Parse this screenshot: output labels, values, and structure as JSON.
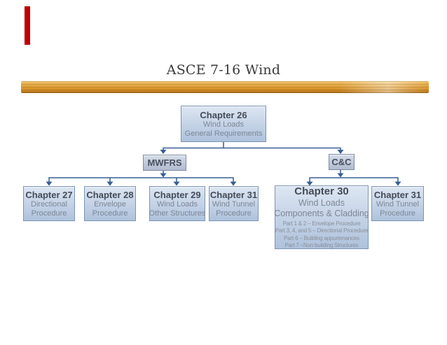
{
  "slide": {
    "title": "ASCE 7-16 Wind"
  },
  "nodes": {
    "ch26": {
      "title": "Chapter 26",
      "line1": "Wind Loads",
      "line2": "General Requirements"
    },
    "mwfrs": {
      "label": "MWFRS"
    },
    "cc": {
      "label": "C&C"
    },
    "ch27": {
      "title": "Chapter 27",
      "line1": "Directional",
      "line2": "Procedure"
    },
    "ch28": {
      "title": "Chapter 28",
      "line1": "Envelope",
      "line2": "Procedure"
    },
    "ch29": {
      "title": "Chapter 29",
      "line1": "Wind Loads",
      "line2": "Other Structures"
    },
    "ch31_mwfrs": {
      "title": "Chapter 31",
      "line1": "Wind Tunnel",
      "line2": "Procedure"
    },
    "ch30": {
      "title": "Chapter 30",
      "line1": "Wind Loads",
      "line2": "Components & Cladding",
      "parts": [
        "Part 1 & 2 – Envelope Procedure",
        "Part 3, 4, and 5 – Directional Procedure",
        "Part 6 – Building appurtenances",
        "Part 7 –Non building Structures"
      ]
    },
    "ch31_cc": {
      "title": "Chapter 31",
      "line1": "Wind Tunnel",
      "line2": "Procedure"
    }
  },
  "colors": {
    "accent_bar": "#c00000",
    "rule_gold": "#e0a23c",
    "connector": "#365e94",
    "box_border": "#7c94b4",
    "box_fill_top": "#dde6f2",
    "box_fill_bottom": "#aec2dc",
    "title_text": "#3a3a3c",
    "node_title_text": "#444b57",
    "node_sub_text": "#7d8694"
  }
}
